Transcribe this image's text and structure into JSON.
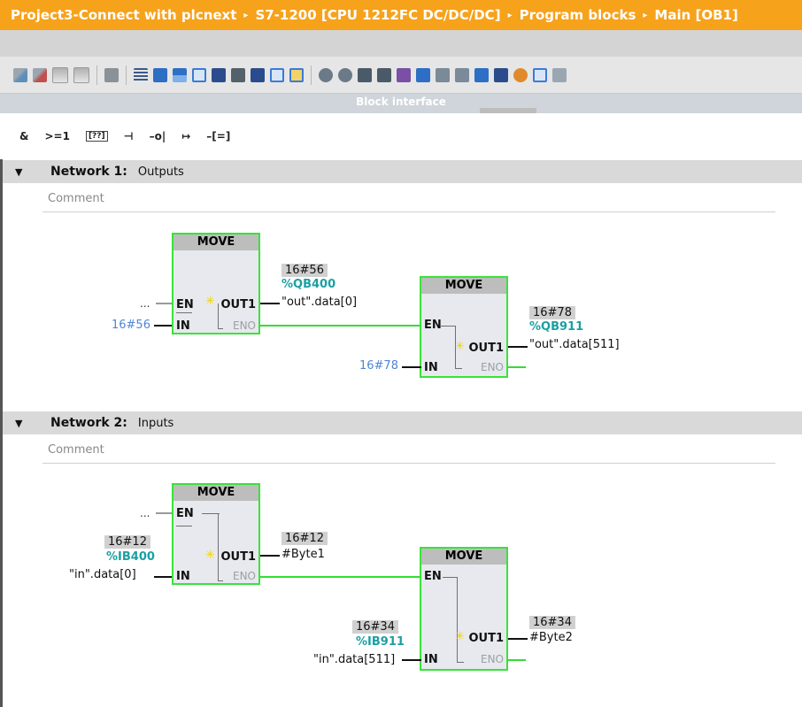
{
  "breadcrumb": {
    "project": "Project3-Connect with plcnext",
    "device": "S7-1200 [CPU 1212FC DC/DC/DC]",
    "folder": "Program blocks",
    "block": "Main [OB1]",
    "separator": "▸"
  },
  "toolbar": {
    "icons": [
      "monitor-icon",
      "monitor-off-icon",
      "insert-network-icon",
      "delete-network-icon",
      "db-icon",
      "open-all-icon",
      "close-all-icon",
      "toggle-icon",
      "comment-icon",
      "absolute-operands-icon",
      "symbol-icon",
      "favorites-icon",
      "list-icon",
      "fav-select-icon",
      "goto-icon",
      "jump-icon",
      "rename-icon",
      "view-icon",
      "compare-icon",
      "indent-icon",
      "unindent-icon",
      "go-left-icon",
      "go-right-icon",
      "watch-icon",
      "tags-icon",
      "snapshot-icon",
      "more-icon"
    ]
  },
  "block_interface": {
    "label": "Block interface"
  },
  "palette": {
    "and": "&",
    "or": ">=1",
    "box": "[??]",
    "no_contact": "⊣",
    "nc_contact": "–o|",
    "branch": "↦",
    "assign": "–[=]"
  },
  "networks": [
    {
      "collapse": "▼",
      "title": "Network 1:",
      "subtitle": "Outputs",
      "comment": "Comment",
      "blocks": [
        {
          "name": "MOVE",
          "en": "EN",
          "in": "IN",
          "out1": "OUT1",
          "eno": "ENO",
          "en_input": "...",
          "in_const": "16#56",
          "out_value": "16#56",
          "out_addr": "%QB400",
          "out_tag": "\"out\".data[0]"
        },
        {
          "name": "MOVE",
          "en": "EN",
          "in": "IN",
          "out1": "OUT1",
          "eno": "ENO",
          "in_const": "16#78",
          "out_value": "16#78",
          "out_addr": "%QB911",
          "out_tag": "\"out\".data[511]"
        }
      ]
    },
    {
      "collapse": "▼",
      "title": "Network 2:",
      "subtitle": "Inputs",
      "comment": "Comment",
      "blocks": [
        {
          "name": "MOVE",
          "en": "EN",
          "in": "IN",
          "out1": "OUT1",
          "eno": "ENO",
          "en_input": "...",
          "in_value": "16#12",
          "in_addr": "%IB400",
          "in_tag": "\"in\".data[0]",
          "out_value": "16#12",
          "out_tag": "#Byte1"
        },
        {
          "name": "MOVE",
          "en": "EN",
          "in": "IN",
          "out1": "OUT1",
          "eno": "ENO",
          "in_value": "16#34",
          "in_addr": "%IB911",
          "in_tag": "\"in\".data[511]",
          "out_value": "16#34",
          "out_tag": "#Byte2"
        }
      ]
    }
  ],
  "colors": {
    "title_bar": "#f7a21b",
    "block_border": "#39e339",
    "power_flow": "#33dd33",
    "address": "#1ba0a3",
    "constant": "#4f86d6"
  }
}
